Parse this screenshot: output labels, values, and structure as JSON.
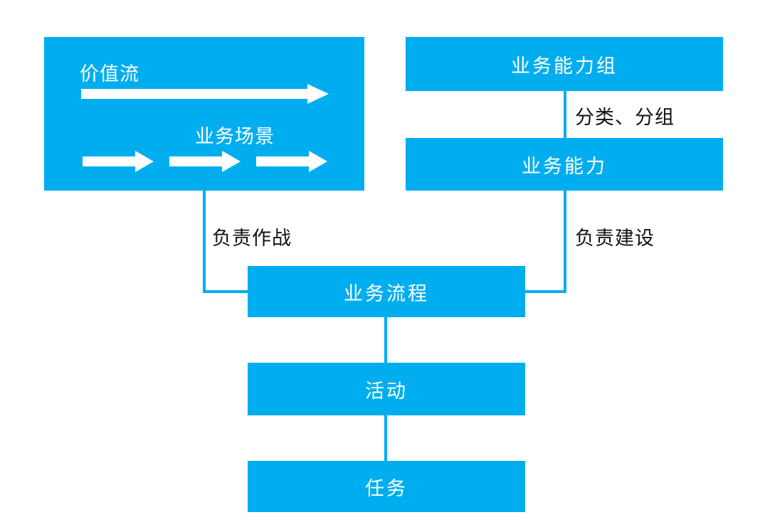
{
  "colors": {
    "accent": "#00AEEF",
    "text_on_accent": "#FFFFFF",
    "edge_label": "#111111"
  },
  "value_stream": {
    "label": "价值流",
    "scenario_label": "业务场景"
  },
  "capability_group": {
    "label": "业务能力组"
  },
  "capability": {
    "label": "业务能力"
  },
  "process": {
    "label": "业务流程"
  },
  "activity": {
    "label": "活动"
  },
  "task": {
    "label": "任务"
  },
  "edges": {
    "classify_group": "分类、分组",
    "responsible_combat": "负责作战",
    "responsible_build": "负责建设"
  }
}
